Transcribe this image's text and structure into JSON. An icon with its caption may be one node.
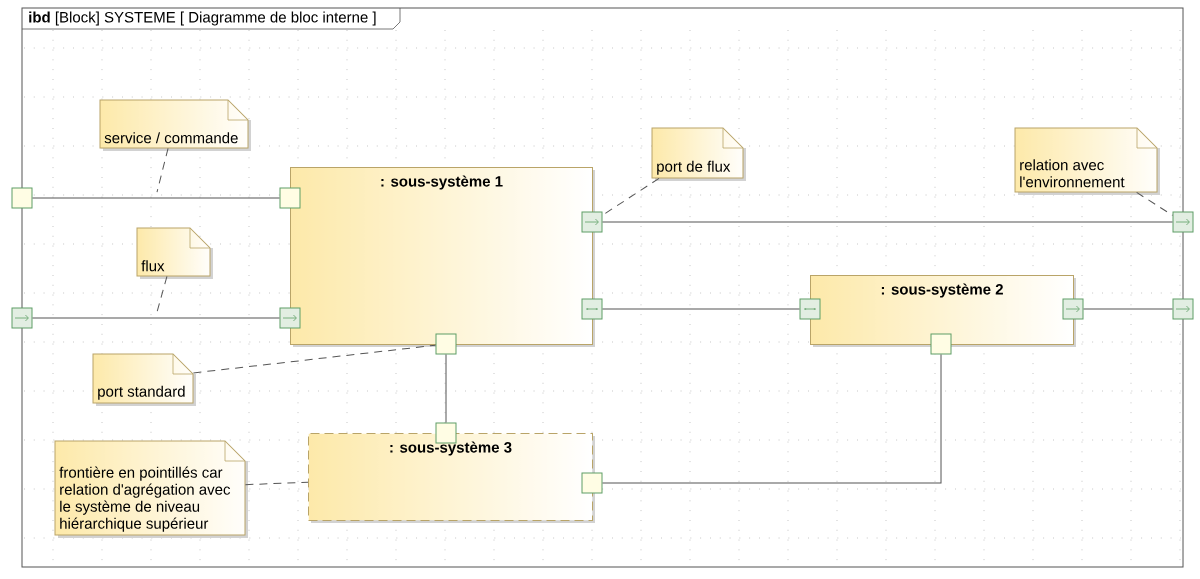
{
  "diagram": {
    "title": "**ibd** [Block] SYSTEME [ Diagramme de bloc interne ]",
    "nodes": [
      {
        "text": [
          "service / commande"
        ]
      },
      {
        "text": [
          ": sous-système 1"
        ]
      },
      {
        "text": [
          "port de flux"
        ]
      },
      {
        "text": [
          "relation avec l'environnement"
        ]
      },
      {
        "text": [
          "flux"
        ]
      },
      {
        "text": [
          ": sous-système 2"
        ]
      },
      {
        "text": [
          "port standard"
        ]
      },
      {
        "text": [
          ": sous-système 3"
        ]
      },
      {
        "text": [
          "frontière en pointillés car relation d'agrégation avec le système de niveau hiérarchique supérieur"
        ]
      },
      {
        "text": [],
        "shape": "box"
      },
      {
        "text": [],
        "shape": "box"
      },
      {
        "text": [],
        "shape": "box"
      },
      {
        "text": [],
        "shape": "box"
      },
      {
        "text": [],
        "shape": "box"
      },
      {
        "text": [],
        "shape": "box"
      },
      {
        "text": [],
        "shape": "box"
      },
      {
        "text": [],
        "shape": "box"
      },
      {
        "text": [],
        "shape": "box"
      },
      {
        "text": [],
        "shape": "box"
      },
      {
        "text": [],
        "shape": "box"
      },
      {
        "text": [],
        "shape": "box"
      },
      {
        "text": [],
        "shape": "box"
      },
      {
        "text": [],
        "shape": "box"
      }
    ],
    "edges": [
      {
        "from": 9,
        "to": 10,
        "arrow": "none"
      },
      {
        "from": 11,
        "to": 12,
        "arrow": "none"
      },
      {
        "from": 13,
        "to": 14,
        "arrow": "none"
      },
      {
        "from": 15,
        "to": 16,
        "arrow": "none"
      },
      {
        "from": 17,
        "to": 18,
        "arrow": "none"
      },
      {
        "from": 19,
        "to": 20,
        "arrow": "none"
      },
      {
        "from": 21,
        "to": 22,
        "arrow": "none"
      },
      {
        "from": 0,
        "to": null,
        "arrow": "none",
        "style": "dashed"
      },
      {
        "from": 4,
        "to": null,
        "arrow": "none",
        "style": "dashed"
      },
      {
        "from": 2,
        "to": 11,
        "arrow": "none",
        "style": "dashed"
      },
      {
        "from": 3,
        "to": 12,
        "arrow": "none",
        "style": "dashed"
      },
      {
        "from": 6,
        "to": 19,
        "arrow": "none",
        "style": "dashed"
      },
      {
        "from": 8,
        "to": 7,
        "arrow": "none",
        "style": "dashed"
      }
    ]
  }
}
